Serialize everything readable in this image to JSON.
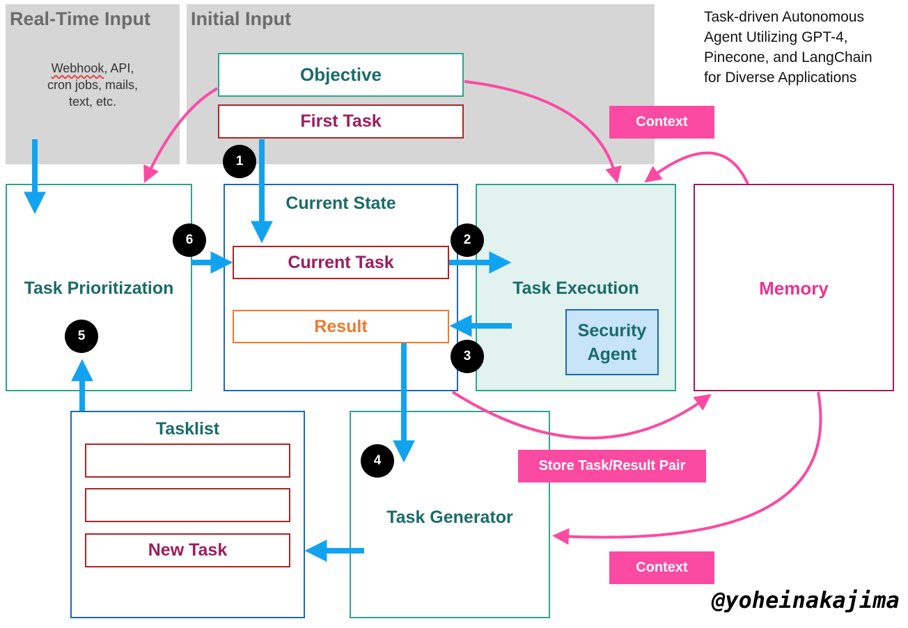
{
  "title": "Task-driven Autonomous Agent Utilizing GPT-4, Pinecone, and LangChain for Diverse Applications",
  "title_lines": [
    "Task-driven Autonomous",
    "Agent Utilizing GPT-4,",
    "Pinecone, and LangChain",
    "for Diverse Applications"
  ],
  "realtime": {
    "heading": "Real-Time Input",
    "line1_word": "Webhook",
    "line1_rest": ", API,",
    "line2": "cron jobs, mails,",
    "line3": "text, etc."
  },
  "initial": {
    "heading": "Initial Input",
    "objective": "Objective",
    "first_task": "First Task"
  },
  "current_state": {
    "heading": "Current State",
    "current_task": "Current Task",
    "result": "Result"
  },
  "task_execution": {
    "label": "Task Execution",
    "security_agent": "Security Agent",
    "security_lines": [
      "Security",
      "Agent"
    ]
  },
  "memory": {
    "label": "Memory"
  },
  "task_prioritization": {
    "label": "Task Prioritization"
  },
  "task_generator": {
    "label": "Task Generator"
  },
  "tasklist": {
    "heading": "Tasklist",
    "new_task": "New Task"
  },
  "tags": {
    "context_top": "Context",
    "context_bottom": "Context",
    "store_pair": "Store Task/Result Pair"
  },
  "steps": [
    "1",
    "2",
    "3",
    "4",
    "5",
    "6"
  ],
  "signature": "@yoheinakajima",
  "colors": {
    "blue_arrow": "#12a3f0",
    "pink_arrow": "#fb4aa2",
    "teal_text": "#1a6b68",
    "maroon_text": "#9e1c5c",
    "orange_text": "#ee7a2c",
    "memory_text": "#e8348f"
  }
}
